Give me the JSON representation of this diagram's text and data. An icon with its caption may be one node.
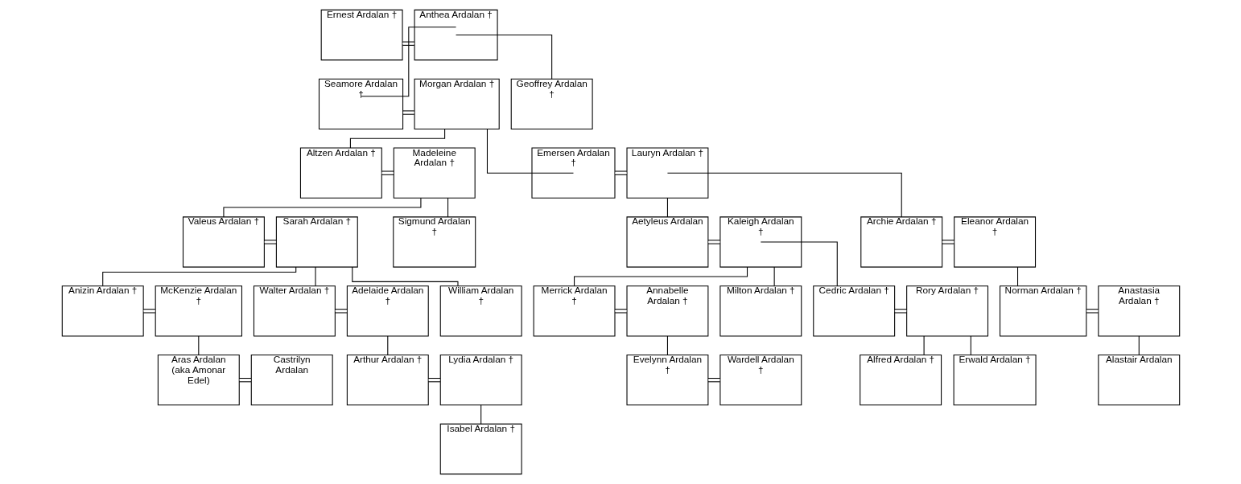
{
  "diagram": {
    "nodes": [
      {
        "text": [
          "Ernest Ardalan †"
        ]
      },
      {
        "text": [
          "Anthea Ardalan †"
        ]
      },
      {
        "text": [
          "Seamore Ardalan †"
        ]
      },
      {
        "text": [
          "Morgan Ardalan †"
        ]
      },
      {
        "text": [
          "Geoffrey Ardalan †"
        ]
      },
      {
        "text": [
          "Altzen Ardalan †"
        ]
      },
      {
        "text": [
          "Madeleine Ardalan †"
        ]
      },
      {
        "text": [
          "Emersen Ardalan †"
        ]
      },
      {
        "text": [
          "Lauryn Ardalan †"
        ]
      },
      {
        "text": [
          "Valeus Ardalan †"
        ]
      },
      {
        "text": [
          "Sarah Ardalan †"
        ]
      },
      {
        "text": [
          "Sigmund Ardalan †"
        ]
      },
      {
        "text": [
          "Aetyleus Ardalan"
        ]
      },
      {
        "text": [
          "Kaleigh Ardalan †"
        ]
      },
      {
        "text": [
          "Archie Ardalan †"
        ]
      },
      {
        "text": [
          "Eleanor Ardalan †"
        ]
      },
      {
        "text": [
          "Anizin Ardalan †"
        ]
      },
      {
        "text": [
          "McKenzie Ardalan †"
        ]
      },
      {
        "text": [
          "Walter Ardalan †"
        ]
      },
      {
        "text": [
          "Adelaide Ardalan †"
        ]
      },
      {
        "text": [
          "William Ardalan †"
        ]
      },
      {
        "text": [
          "Merrick Ardalan †"
        ]
      },
      {
        "text": [
          "Annabelle Ardalan †"
        ]
      },
      {
        "text": [
          "Milton Ardalan †"
        ]
      },
      {
        "text": [
          "Cedric Ardalan †"
        ]
      },
      {
        "text": [
          "Rory Ardalan †"
        ]
      },
      {
        "text": [
          "Norman Ardalan †"
        ]
      },
      {
        "text": [
          "Anastasia Ardalan †"
        ]
      },
      {
        "text": [
          "Aras Ardalan (aka Amonar Edel)"
        ]
      },
      {
        "text": [
          "Castrilyn Ardalan"
        ]
      },
      {
        "text": [
          "Arthur Ardalan †"
        ]
      },
      {
        "text": [
          "Lydia Ardalan †"
        ]
      },
      {
        "text": [
          "Evelynn Ardalan †"
        ]
      },
      {
        "text": [
          "Wardell Ardalan †"
        ]
      },
      {
        "text": [
          "Alfred Ardalan †"
        ]
      },
      {
        "text": [
          "Erwald Ardalan †"
        ]
      },
      {
        "text": [
          "Alastair Ardalan"
        ]
      },
      {
        "text": [
          "Isabel Ardalan †"
        ]
      }
    ],
    "edges": [
      {
        "from": 0,
        "to": 1,
        "arrow": "none"
      },
      {
        "from": 1,
        "to": 2,
        "arrow": "none"
      },
      {
        "from": 1,
        "to": 4,
        "arrow": "none"
      },
      {
        "from": 2,
        "to": 3,
        "arrow": "none"
      },
      {
        "from": 3,
        "to": 5,
        "arrow": "none"
      },
      {
        "from": 3,
        "to": 7,
        "arrow": "none"
      },
      {
        "from": 5,
        "to": 6,
        "arrow": "none"
      },
      {
        "from": 7,
        "to": 8,
        "arrow": "none"
      },
      {
        "from": 6,
        "to": 9,
        "arrow": "none"
      },
      {
        "from": 6,
        "to": 11,
        "arrow": "none"
      },
      {
        "from": 8,
        "to": 12,
        "arrow": "none"
      },
      {
        "from": 8,
        "to": 14,
        "arrow": "none"
      },
      {
        "from": 9,
        "to": 10,
        "arrow": "none"
      },
      {
        "from": 12,
        "to": 13,
        "arrow": "none"
      },
      {
        "from": 14,
        "to": 15,
        "arrow": "none"
      },
      {
        "from": 10,
        "to": 16,
        "arrow": "none"
      },
      {
        "from": 10,
        "to": 18,
        "arrow": "none"
      },
      {
        "from": 10,
        "to": 20,
        "arrow": "none"
      },
      {
        "from": 13,
        "to": 21,
        "arrow": "none"
      },
      {
        "from": 13,
        "to": 23,
        "arrow": "none"
      },
      {
        "from": 13,
        "to": 24,
        "arrow": "none"
      },
      {
        "from": 15,
        "to": 26,
        "arrow": "none"
      },
      {
        "from": 16,
        "to": 17,
        "arrow": "none"
      },
      {
        "from": 18,
        "to": 19,
        "arrow": "none"
      },
      {
        "from": 21,
        "to": 22,
        "arrow": "none"
      },
      {
        "from": 24,
        "to": 25,
        "arrow": "none"
      },
      {
        "from": 26,
        "to": 27,
        "arrow": "none"
      },
      {
        "from": 17,
        "to": 28,
        "arrow": "none"
      },
      {
        "from": 19,
        "to": 30,
        "arrow": "none"
      },
      {
        "from": 22,
        "to": 32,
        "arrow": "none"
      },
      {
        "from": 25,
        "to": 34,
        "arrow": "none"
      },
      {
        "from": 25,
        "to": 35,
        "arrow": "none"
      },
      {
        "from": 27,
        "to": 36,
        "arrow": "none"
      },
      {
        "from": 28,
        "to": 29,
        "arrow": "none"
      },
      {
        "from": 30,
        "to": 31,
        "arrow": "none"
      },
      {
        "from": 32,
        "to": 33,
        "arrow": "none"
      },
      {
        "from": 31,
        "to": 37,
        "arrow": "none"
      }
    ]
  }
}
